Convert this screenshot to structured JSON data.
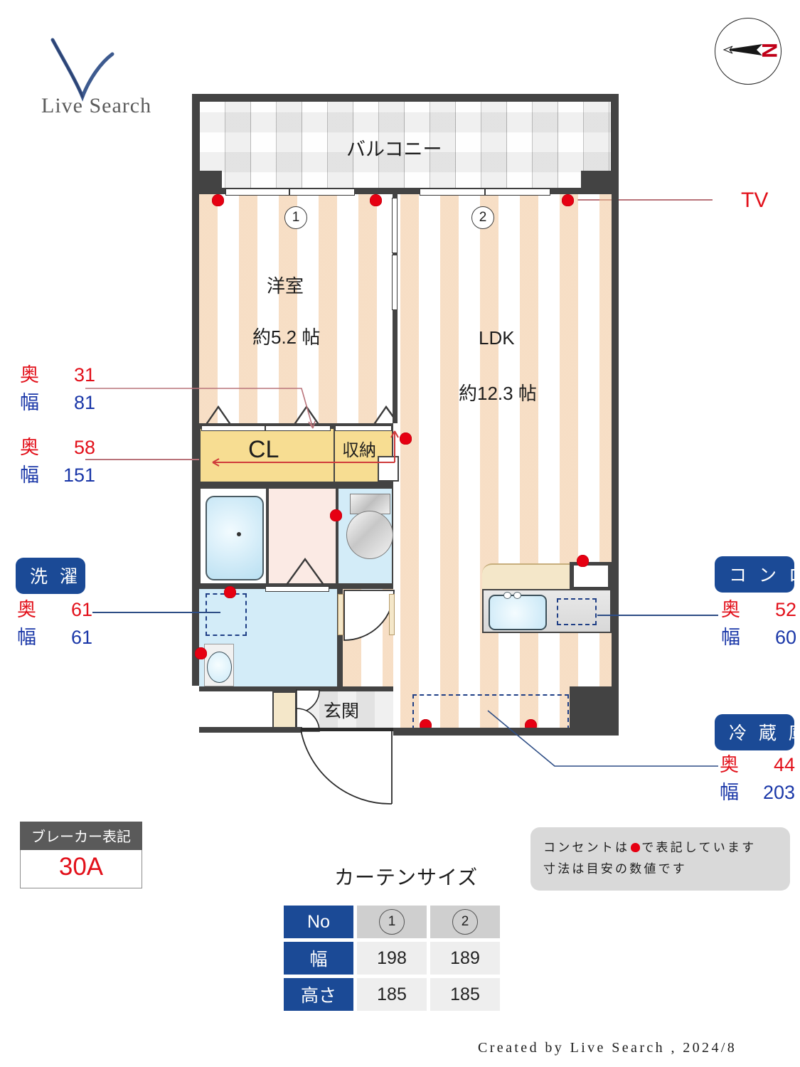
{
  "brand": {
    "name": "Live Search",
    "logo_icon": "check-swoosh-logo"
  },
  "compass": {
    "icon": "compass-north-arrow-icon",
    "label": "N"
  },
  "plan": {
    "balcony": {
      "label": "バルコニー"
    },
    "rooms": [
      {
        "name": "洋室",
        "area": "約5.2 帖"
      },
      {
        "name": "LDK",
        "area": "約12.3 帖"
      }
    ],
    "closet_label": "CL",
    "storage_label": "収納",
    "entrance_label": "玄関",
    "window_markers": [
      "1",
      "2"
    ],
    "tv_label": "TV"
  },
  "measures": {
    "storage_upper": {
      "depth_key": "奥",
      "depth": "31",
      "width_key": "幅",
      "width": "81"
    },
    "closet": {
      "depth_key": "奥",
      "depth": "58",
      "width_key": "幅",
      "width": "151"
    },
    "washer": {
      "badge": "洗 濯 機",
      "depth_key": "奥",
      "depth": "61",
      "width_key": "幅",
      "width": "61"
    },
    "stove": {
      "badge": "コ ン ロ",
      "depth_key": "奥",
      "depth": "52",
      "width_key": "幅",
      "width": "60"
    },
    "fridge": {
      "badge": "冷 蔵 庫",
      "depth_key": "奥",
      "depth": "44",
      "width_key": "幅",
      "width": "203"
    }
  },
  "breaker": {
    "title": "ブレーカー表記",
    "value": "30A"
  },
  "note": {
    "line1_pre": "コンセントは",
    "line1_post": "で表記しています",
    "line2": "寸法は目安の数値です"
  },
  "curtain": {
    "title": "カーテンサイズ",
    "header": [
      "No",
      "1",
      "2"
    ],
    "rows": [
      {
        "label": "幅",
        "values": [
          "198",
          "189"
        ]
      },
      {
        "label": "高さ",
        "values": [
          "185",
          "185"
        ]
      }
    ]
  },
  "credit": "Created by Live Search , 2024/8",
  "colors": {
    "accent_blue": "#1b4a96",
    "depth_red": "#e2101a",
    "width_blue": "#1a37a8",
    "outlet_red": "#e60012",
    "wall": "#434343",
    "floor": "#fbe6cd"
  }
}
